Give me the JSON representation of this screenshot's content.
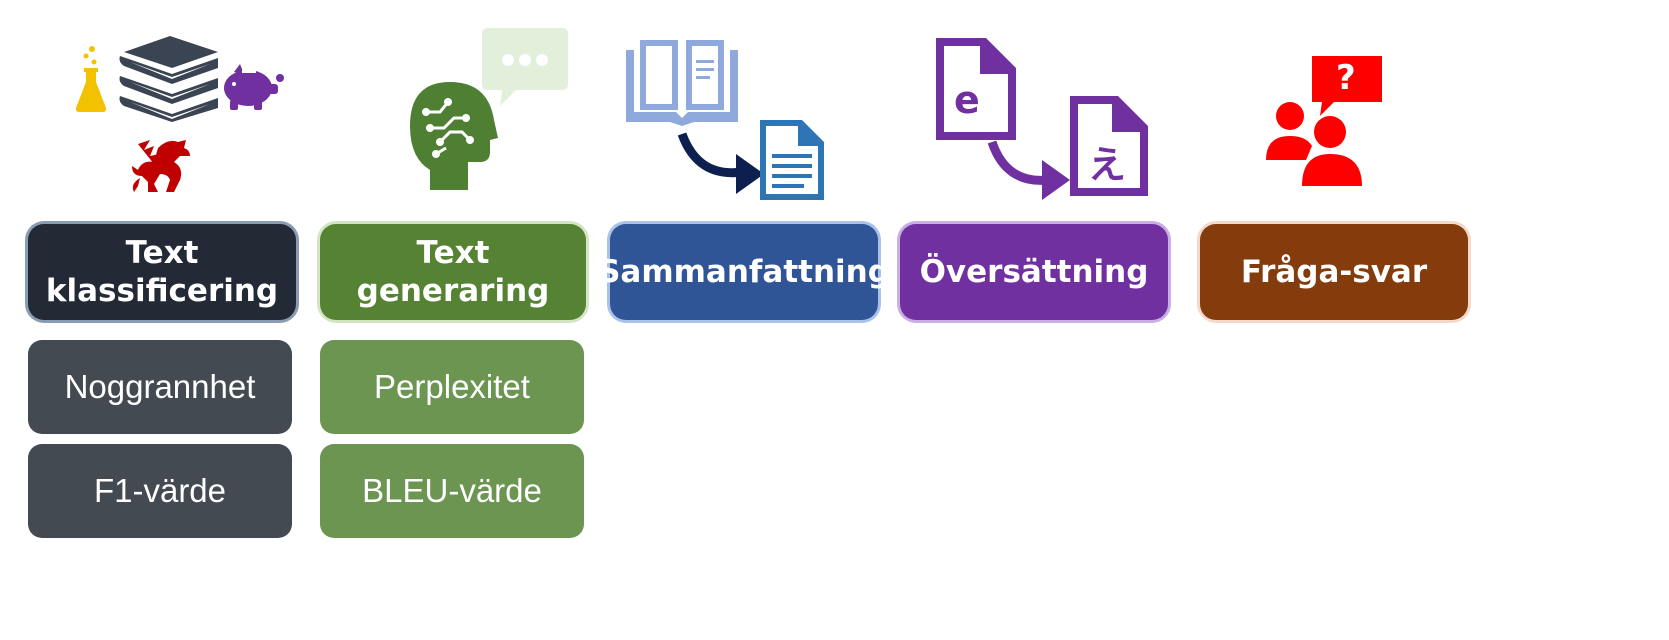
{
  "colors": {
    "classification": "#232a35",
    "generation": "#568234",
    "summary": "#2f5597",
    "translation": "#7030a0",
    "qa": "#843c0c",
    "classification_metric": "#434a52",
    "generation_metric": "#6b9551",
    "qa_icon": "#ff0000"
  },
  "tasks": [
    {
      "id": "classification",
      "label_lines": [
        "Text",
        "klassificering"
      ]
    },
    {
      "id": "generation",
      "label_lines": [
        "Text",
        "generaring"
      ]
    },
    {
      "id": "summary",
      "label_lines": [
        "Sammanfattning"
      ]
    },
    {
      "id": "translation",
      "label_lines": [
        "Översättning"
      ]
    },
    {
      "id": "qa",
      "label_lines": [
        "Fråga-svar"
      ]
    }
  ],
  "metrics": {
    "classification": [
      "Noggrannhet",
      "F1-värde"
    ],
    "generation": [
      "Perplexitet",
      "BLEU-värde"
    ]
  },
  "icons": {
    "classification": [
      "flask-icon",
      "books-icon",
      "piggy-bank-icon",
      "dragon-icon"
    ],
    "generation": [
      "ai-head-icon",
      "speech-bubble-icon"
    ],
    "summary": [
      "open-book-icon",
      "arrow-icon",
      "document-icon"
    ],
    "translation": [
      "english-file-icon",
      "arrow-icon",
      "japanese-file-icon"
    ],
    "qa": [
      "people-icon",
      "question-bubble-icon"
    ]
  },
  "translation_glyphs": {
    "source": "e",
    "target": "え"
  },
  "qa_glyph": "?"
}
